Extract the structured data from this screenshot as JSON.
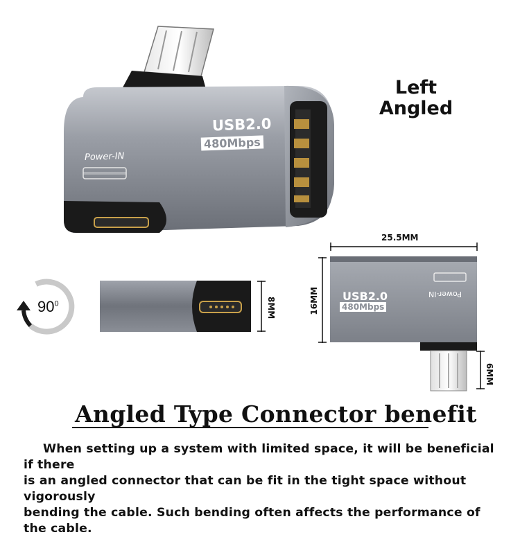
{
  "product": {
    "usb_label": "USB2.0",
    "speed_label": "480Mbps",
    "power_label": "Power-IN"
  },
  "side_heading": {
    "line1": "Left",
    "line2": "Angled"
  },
  "dimensions": {
    "width": "25.5MM",
    "height": "16MM",
    "thickness": "8MM",
    "plug": "6MM"
  },
  "rotation": {
    "value": "90",
    "unit": "0"
  },
  "benefit": {
    "title": "Angled Type Connector benefit",
    "line1": "When setting up a system with limited space, it will be beneficial if there",
    "line2": "is an angled connector that can be fit in the tight space without vigorously",
    "line3": "bending the cable. Such bending often affects the performance of the cable."
  },
  "colors": {
    "body_gray": "#8a8e96",
    "body_dark": "#5a5e66",
    "gold": "#c8a04a",
    "background": "#ffffff"
  }
}
